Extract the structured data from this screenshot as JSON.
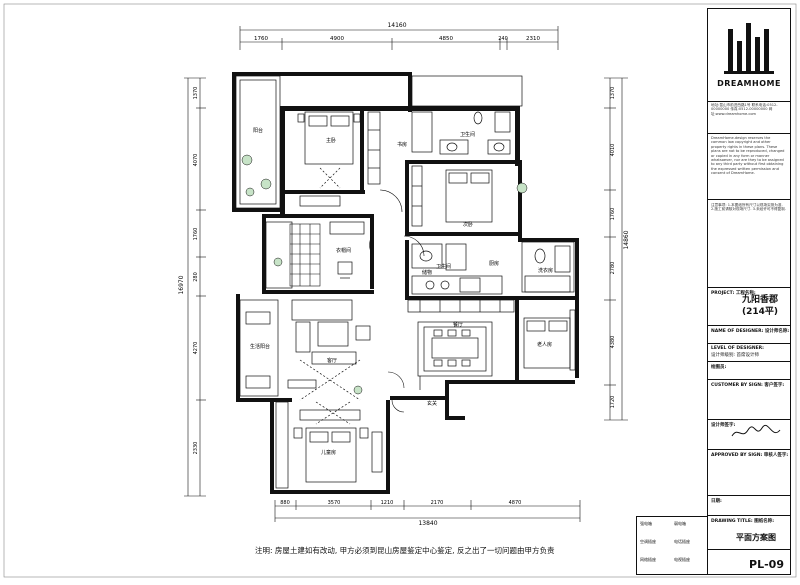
{
  "plan": {
    "top_total": "14160",
    "top_dims": [
      "1760",
      "4900",
      "4850",
      "240",
      "2310"
    ],
    "left_total": "16970",
    "left_dims": [
      "1370",
      "4070",
      "1760",
      "280",
      "4270",
      "2330"
    ],
    "right_total": "14860",
    "right_dims": [
      "1370",
      "4010",
      "1760",
      "2780",
      "4380",
      "1720"
    ],
    "bottom_total": "13840",
    "bottom_dims": [
      "880",
      "3570",
      "1210",
      "2170",
      "4870"
    ],
    "rooms": {
      "master": "主卧",
      "study": "书房",
      "bath1": "卫生间",
      "bedroom2": "次卧",
      "dressing": "衣帽间",
      "kitchen": "厨房",
      "bath2": "卫生间",
      "laundry": "洗衣房",
      "living": "客厅",
      "dining": "餐厅",
      "bedroom3": "儿童房",
      "balcony1": "阳台",
      "balcony2": "生活阳台",
      "entry": "玄关",
      "kids": "老人房",
      "storage": "储物"
    }
  },
  "titleblock": {
    "brand": "DREAMHOME",
    "company_info": "地址:昆山市前进西路1号 联系电话:0512-00000000 传真:0512-00000000 网址:www.dreamhome.com",
    "copyright": "DreamHome.design reserves the common law copyright and other property rights in these plans. These plans are not to be reproduced, changed or copied in any form or manner whatsoever, nor are they to be assigned to any third party without first obtaining the expressed written permission and consent of DreamHome.",
    "notes": "注意事项: 1.本图纸所有尺寸以现场实测为准. 2.施工前请核对现场尺寸. 3.未经许可不得复制.",
    "project_label": "PROJECT: 工程名称:",
    "project_name": "九阳香郡",
    "project_area": "(214平)",
    "designer_label": "NAME OF DESIGNER: 设计师名称:",
    "level_label": "LEVEL OF DESIGNER:",
    "level_value": "设计师级别: 首席设计师",
    "drawer_label": "绘图员:",
    "customer_label": "CUSTOMER BY SIGN: 客户签字:",
    "designer_sign_label": "设计师签字:",
    "approved_label": "APPROVED BY SIGN: 审核人签字:",
    "date_label": "日期:",
    "drawing_title_label": "DRAWING TITLE: 图纸名称:",
    "drawing_title": "平面方案图",
    "sheet_no": "PL-09"
  },
  "note": "注明: 房屋土建如有改动, 甲方必须到昆山房屋鉴定中心鉴定, 反之出了一切问题由甲方负责",
  "legend": [
    "强电箱",
    "弱电箱",
    "空调插座",
    "电话插座",
    "网络插座",
    "电视插座"
  ]
}
